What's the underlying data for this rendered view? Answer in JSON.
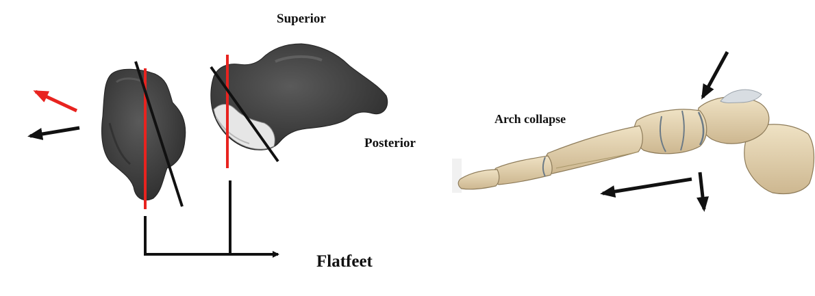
{
  "labels": {
    "superior": "Superior",
    "posterior": "Posterior",
    "arch_collapse": "Arch collapse",
    "flatfeet": "Flatfeet"
  },
  "colors": {
    "background": "#ffffff",
    "reference_axis": "#e8231f",
    "measured_axis": "#111111",
    "motion_arrow_red": "#e8231f",
    "bone_dark": "#3c3c3c",
    "bone_articular_surface": "#e6e6e6",
    "foot_bone": "#e7d7b5",
    "foot_bone_shadow": "#c9b48c",
    "cartilage": "#d8dde2",
    "arrow": "#111111"
  },
  "icons": {
    "bone_left": "talus-anterior-view",
    "bone_middle": "talus-lateral-view",
    "foot": "foot-skeleton-medial-view"
  }
}
